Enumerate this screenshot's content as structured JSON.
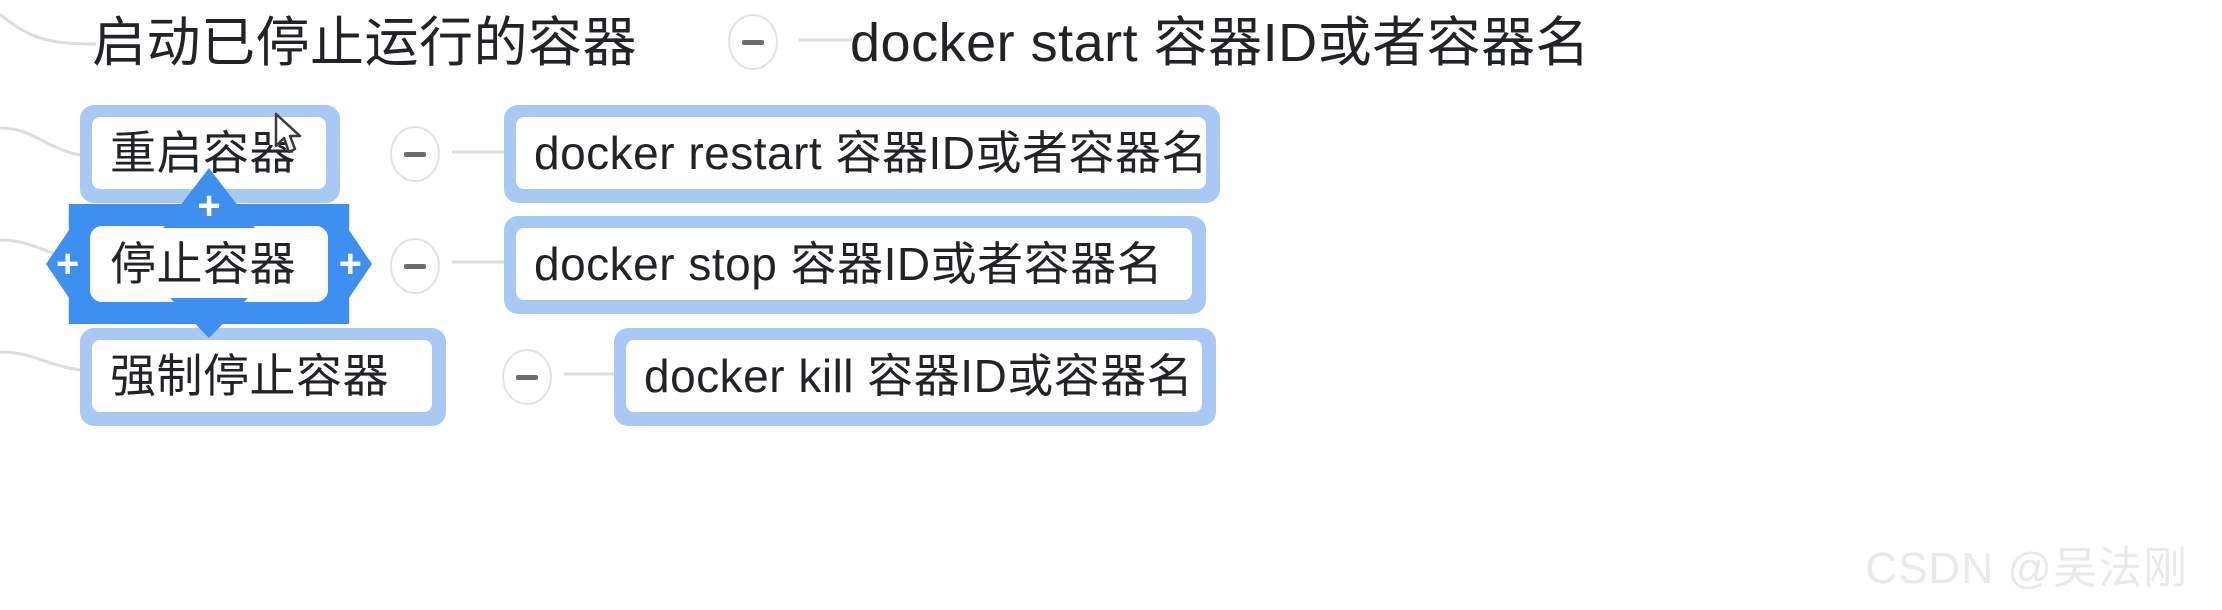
{
  "app": {
    "type": "mindmap-editor",
    "background": "#ffffff",
    "accent": "#3d90f0",
    "node_border": "#a9c9f5",
    "text_color": "#222326"
  },
  "rows": [
    {
      "topic": "启动已停止运行的容器",
      "topic_style": "plain",
      "selected": false,
      "toggle": "collapse-minus",
      "command": "docker start 容器ID或者容器名",
      "command_style": "plain"
    },
    {
      "topic": "重启容器",
      "topic_style": "boxed",
      "selected": false,
      "toggle": "collapse-minus",
      "command": "docker restart 容器ID或者容器名",
      "command_style": "boxed"
    },
    {
      "topic": "停止容器",
      "topic_style": "boxed",
      "selected": true,
      "toggle": "collapse-minus",
      "command": "docker stop 容器ID或者容器名",
      "command_style": "boxed"
    },
    {
      "topic": "强制停止容器",
      "topic_style": "boxed",
      "selected": false,
      "toggle": "collapse-minus",
      "command": "docker kill 容器ID或容器名",
      "command_style": "boxed"
    }
  ],
  "selection_handles": {
    "left": "+",
    "right": "+",
    "top": "+",
    "bottom": ""
  },
  "watermark": {
    "text": "CSDN @吴法刚",
    "color": "#e8e9ea"
  }
}
